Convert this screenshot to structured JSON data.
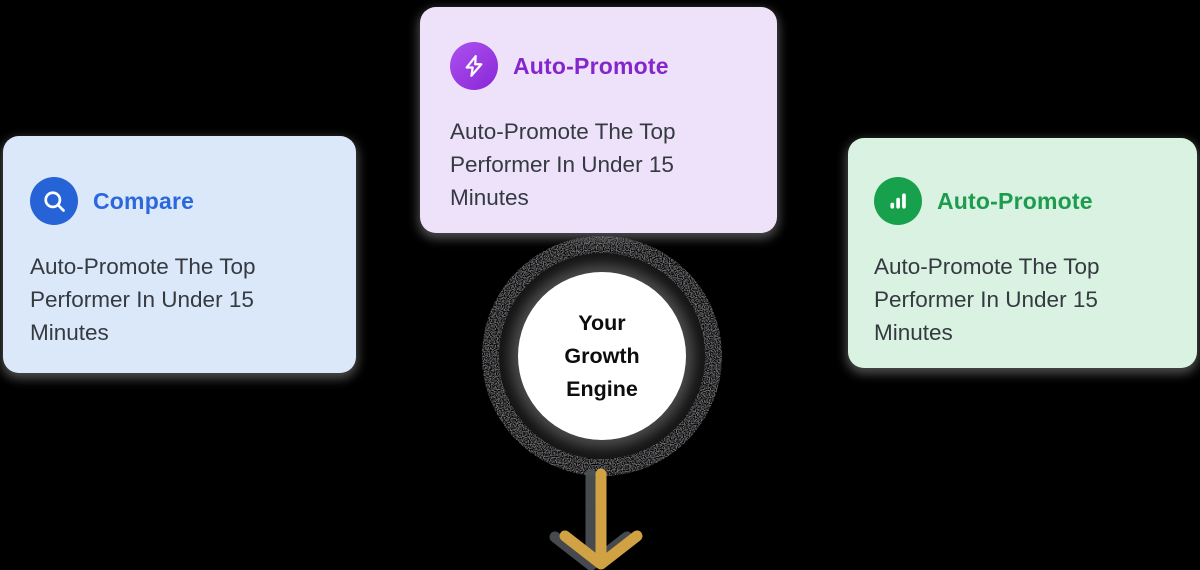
{
  "page": {
    "background": "#000000"
  },
  "cards": [
    {
      "title": "Compare",
      "icon": "search-icon",
      "body_lines": [
        "Auto-Promote The Top",
        "Performer In Under 15",
        "Minutes"
      ],
      "card_bg": "#dbe8fa",
      "title_color": "#2a68dd",
      "icon_color": "#2563d6"
    },
    {
      "title": "Auto-Promote",
      "icon": "bolt-icon",
      "body_lines": [
        "Auto-Promote The Top",
        "Performer In Under 15",
        "Minutes"
      ],
      "card_bg": "#ede2fa",
      "title_color": "#8526cd",
      "icon_color": "#9b3be3"
    },
    {
      "title": "Auto-Promote",
      "icon": "bar-chart-icon",
      "body_lines": [
        "Auto-Promote The Top",
        "Performer In Under 15",
        "Minutes"
      ],
      "card_bg": "#d9f2e1",
      "title_color": "#1d9b4e",
      "icon_color": "#18a14c"
    }
  ],
  "hub": {
    "label_lines": [
      "Your",
      "Growth",
      "Engine"
    ],
    "circle_fill": "#ffffff",
    "text_color": "#0d0d0d"
  },
  "arrow": {
    "direction": "down",
    "color": "#d1a243"
  }
}
